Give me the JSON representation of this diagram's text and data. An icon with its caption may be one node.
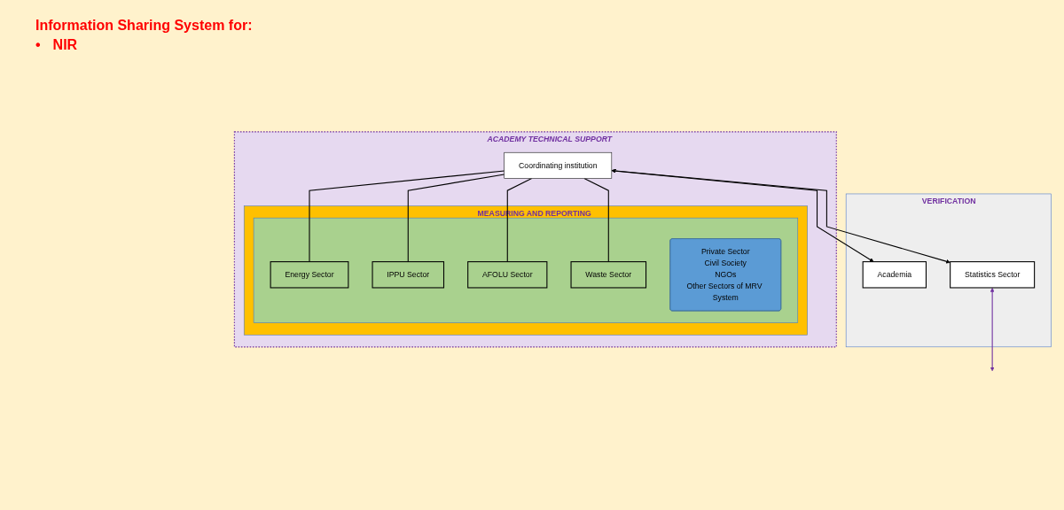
{
  "diagram": {
    "title": "Information Sharing System for:",
    "nodes": [
      {
        "text": [
          "VERIFICATION"
        ]
      },
      {
        "text": [
          "Academia"
        ],
        "in": 0
      },
      {
        "text": [
          "Statistics Sector"
        ],
        "in": 0
      },
      {
        "text": [
          "ACADEMY TECHNICAL SUPPORT"
        ]
      },
      {
        "text": [
          "Coordinating institution"
        ],
        "in": 3
      },
      {
        "text": [
          "MEASURING AND REPORTING"
        ],
        "in": 3
      },
      {
        "text": [],
        "shape": "box",
        "in": 5
      },
      {
        "text": [
          "Energy Sector"
        ],
        "in": 6
      },
      {
        "text": [
          "IPPU Sector"
        ],
        "in": 6
      },
      {
        "text": [
          "AFOLU Sector"
        ],
        "in": 6
      },
      {
        "text": [
          "Waste Sector"
        ],
        "in": 6
      },
      {
        "text": [
          "Private Sector",
          "Civil Society",
          "NGOs",
          "Other Sectors of MRV System"
        ],
        "in": 6
      }
    ],
    "edges": [
      {
        "from": 4,
        "to": 1,
        "arrow": "both"
      },
      {
        "from": 4,
        "to": 2,
        "arrow": "both"
      },
      {
        "from": 2,
        "to": null,
        "arrow": "both",
        "color": "#7030a0"
      },
      {
        "from": 4,
        "to": 7,
        "arrow": "none"
      },
      {
        "from": 4,
        "to": 8,
        "arrow": "none"
      },
      {
        "from": 4,
        "to": 9,
        "arrow": "none"
      },
      {
        "from": 4,
        "to": 10,
        "arrow": "none"
      }
    ],
    "labels": [
      "•",
      "NIR"
    ]
  }
}
